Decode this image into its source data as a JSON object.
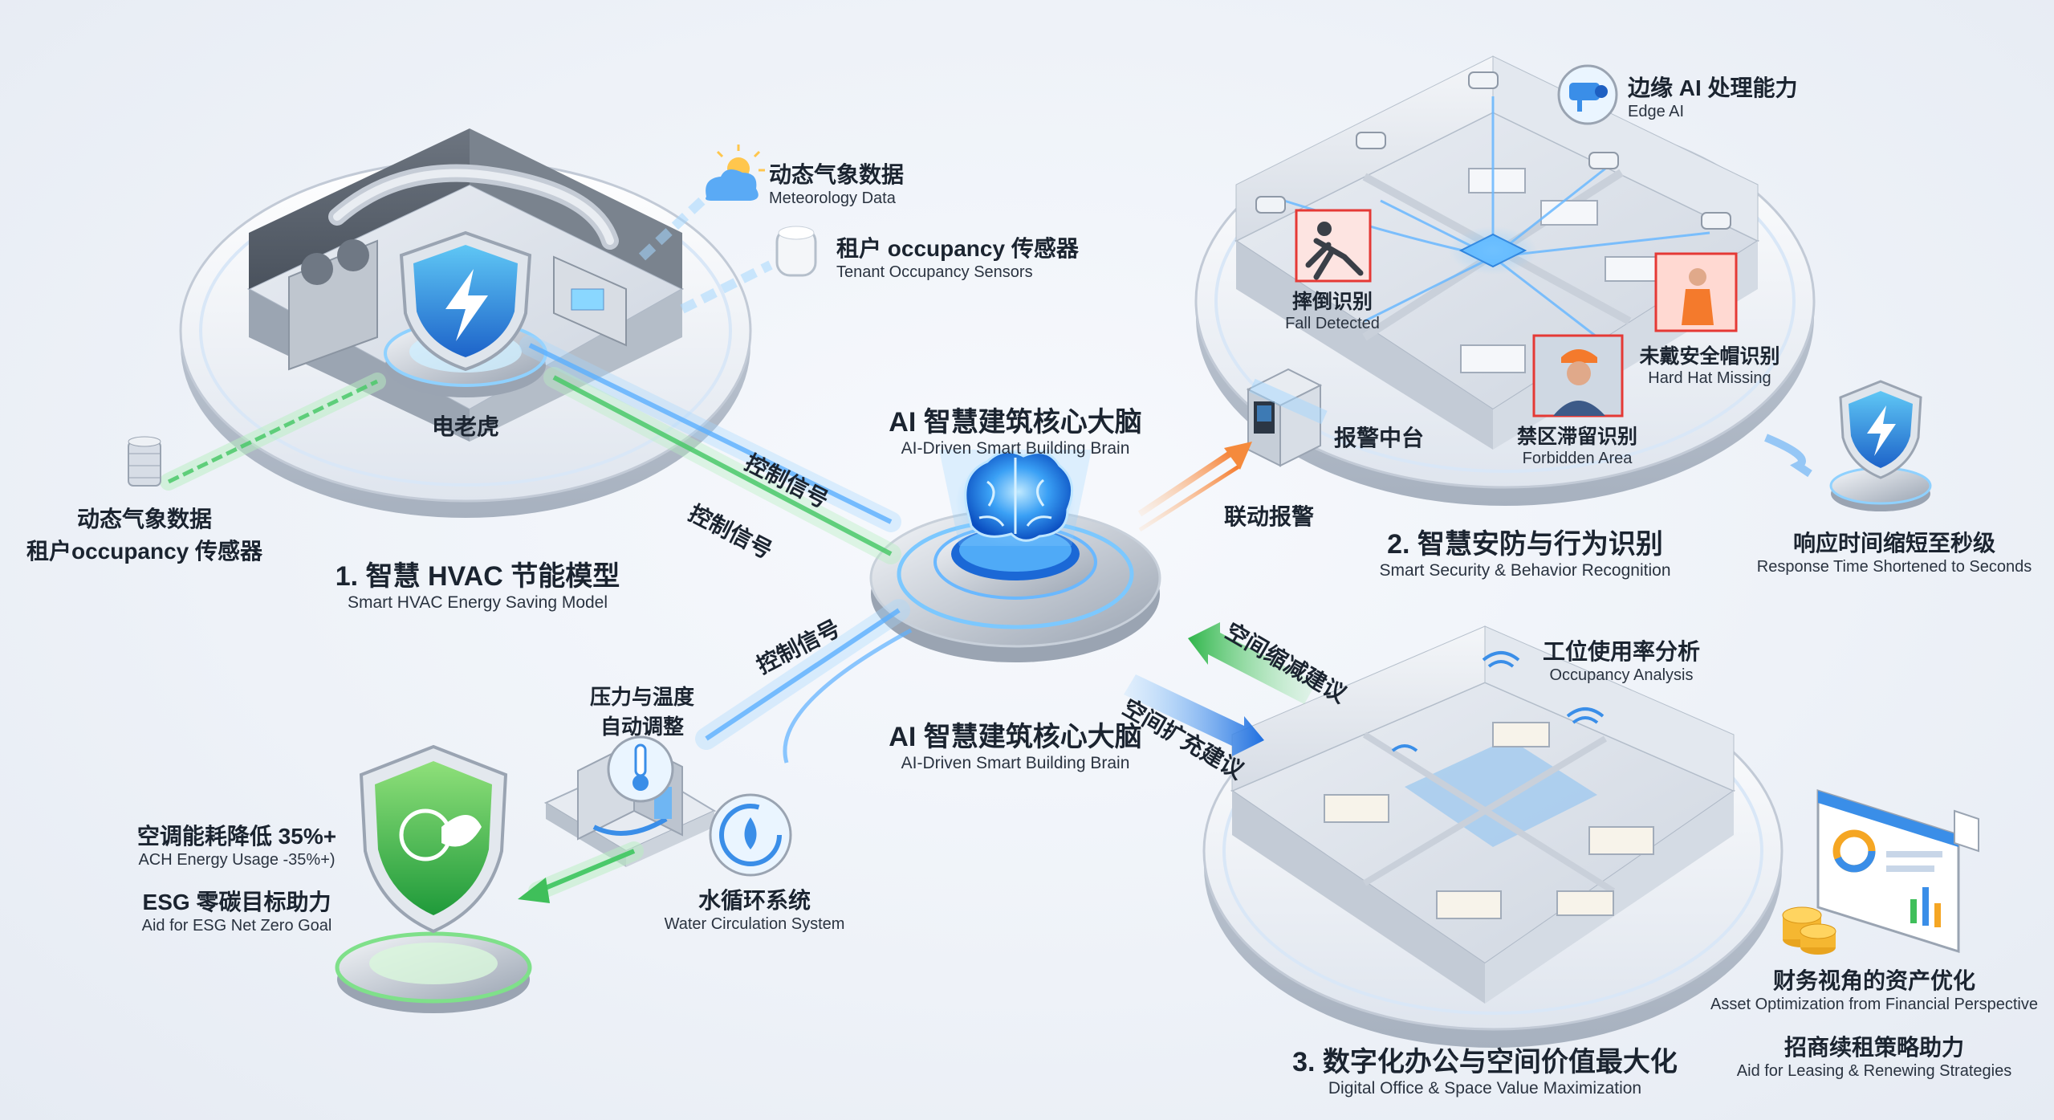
{
  "hub": {
    "title_top_zh": "AI 智慧建筑核心大脑",
    "title_top_en": "AI-Driven Smart Building Brain",
    "title_bottom_zh": "AI 智慧建筑核心大脑",
    "title_bottom_en": "AI-Driven Smart Building Brain"
  },
  "hvac": {
    "section_zh": "1. 智慧 HVAC 节能模型",
    "section_en": "Smart HVAC Energy Saving Model",
    "device_label": "电老虎",
    "weather_zh": "动态气象数据",
    "weather_en": "Meteorology Data",
    "occupancy_zh": "租户 occupancy 传感器",
    "occupancy_en": "Tenant Occupancy Sensors",
    "input_line1": "动态气象数据",
    "input_line2": "租户occupancy 传感器",
    "signal1": "控制信号",
    "signal2": "控制信号"
  },
  "security": {
    "section_zh": "2. 智慧安防与行为识别",
    "section_en": "Smart Security & Behavior Recognition",
    "edge_zh": "边缘 AI 处理能力",
    "edge_en": "Edge AI",
    "fall_zh": "摔倒识别",
    "fall_en": "Fall Detected",
    "hardhat_zh": "未戴安全帽识别",
    "hardhat_en": "Hard Hat Missing",
    "forbidden_zh": "禁区滞留识别",
    "forbidden_en": "Forbidden Area",
    "alarm_center": "报警中台",
    "linkage_alarm": "联动报警",
    "response_zh": "响应时间缩短至秒级",
    "response_en": "Response Time Shortened to Seconds"
  },
  "water": {
    "signal": "控制信号",
    "pressure_line1": "压力与温度",
    "pressure_line2": "自动调整",
    "system_zh": "水循环系统",
    "system_en": "Water Circulation System",
    "energy_zh": "空调能耗降低 35%+",
    "energy_en": "ACH Energy Usage -35%+)",
    "esg_zh": "ESG 零碳目标助力",
    "esg_en": "Aid for ESG Net Zero Goal"
  },
  "office": {
    "section_zh": "3. 数字化办公与空间价值最大化",
    "section_en": "Digital Office & Space Value Maximization",
    "occupancy_zh": "工位使用率分析",
    "occupancy_en": "Occupancy Analysis",
    "shrink": "空间缩减建议",
    "expand": "空间扩充建议",
    "asset_zh": "财务视角的资产优化",
    "asset_en": "Asset Optimization from Financial Perspective",
    "leasing_zh": "招商续租策略助力",
    "leasing_en": "Aid for Leasing & Renewing Strategies"
  },
  "colors": {
    "blue": "#3a8ee8",
    "green": "#3fbf5a",
    "orange": "#f58a3c",
    "red": "#e53935"
  }
}
